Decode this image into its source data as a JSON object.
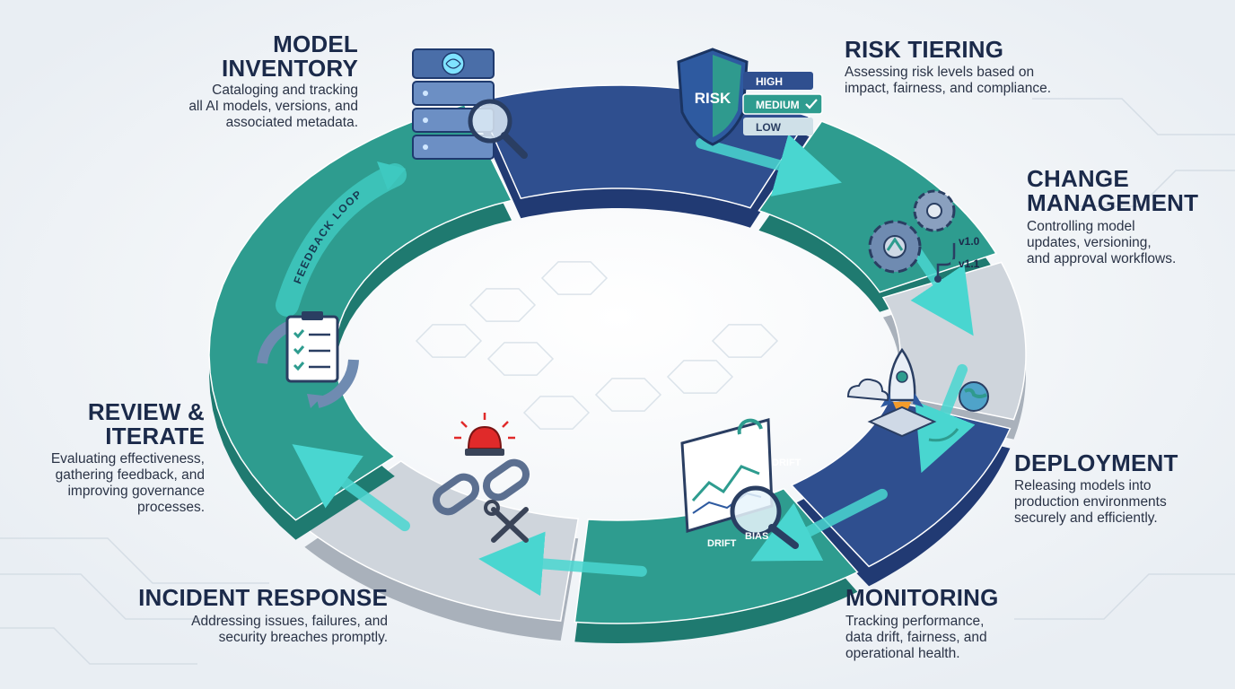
{
  "colors": {
    "navy": "#2f4f8f",
    "navy_dark": "#213a73",
    "teal": "#2e9c8f",
    "teal_dark": "#1f7a70",
    "gray": "#cfd5dc",
    "gray_dark": "#a9b1bb",
    "accent_cyan": "#49d6d0",
    "alert_red": "#e02a2a",
    "title_text": "#1b2a4a",
    "body_text": "#2a3346"
  },
  "stages": [
    {
      "id": "model-inventory",
      "title_lines": [
        "MODEL",
        "INVENTORY"
      ],
      "desc_lines": [
        "Cataloging and tracking",
        "all AI models, versions, and",
        "associated metadata."
      ],
      "icon": "server-brain-magnifier-icon"
    },
    {
      "id": "risk-tiering",
      "title_lines": [
        "RISK TIERING"
      ],
      "desc_lines": [
        "Assessing risk levels based on",
        "impact, fairness, and compliance."
      ],
      "icon": "risk-shield-icon",
      "shield_label": "RISK",
      "levels": [
        "HIGH",
        "MEDIUM",
        "LOW"
      ],
      "selected_level": "MEDIUM"
    },
    {
      "id": "change-management",
      "title_lines": [
        "CHANGE",
        "MANAGEMENT"
      ],
      "desc_lines": [
        "Controlling model",
        "updates, versioning,",
        "and approval workflows."
      ],
      "icon": "gears-version-icon",
      "versions": [
        "v1.0",
        "v1.1"
      ]
    },
    {
      "id": "deployment",
      "title_lines": [
        "DEPLOYMENT"
      ],
      "desc_lines": [
        "Releasing models into",
        "production environments",
        "securely and efficiently."
      ],
      "icon": "rocket-launch-icon"
    },
    {
      "id": "monitoring",
      "title_lines": [
        "MONITORING"
      ],
      "desc_lines": [
        "Tracking performance,",
        "data drift, fairness, and",
        "operational health."
      ],
      "icon": "dashboard-magnifier-icon",
      "tags": [
        "DRIFT",
        "DRIFT",
        "BIAS"
      ]
    },
    {
      "id": "incident-response",
      "title_lines": [
        "INCIDENT RESPONSE"
      ],
      "desc_lines": [
        "Addressing issues, failures, and",
        "security breaches promptly."
      ],
      "icon": "alarm-broken-chain-tools-icon"
    },
    {
      "id": "review-iterate",
      "title_lines": [
        "REVIEW &",
        "ITERATE"
      ],
      "desc_lines": [
        "Evaluating effectiveness,",
        "gathering feedback, and",
        "improving governance",
        "processes."
      ],
      "icon": "clipboard-cycle-icon"
    }
  ],
  "feedback_loop_label": "FEEDBACK LOOP"
}
